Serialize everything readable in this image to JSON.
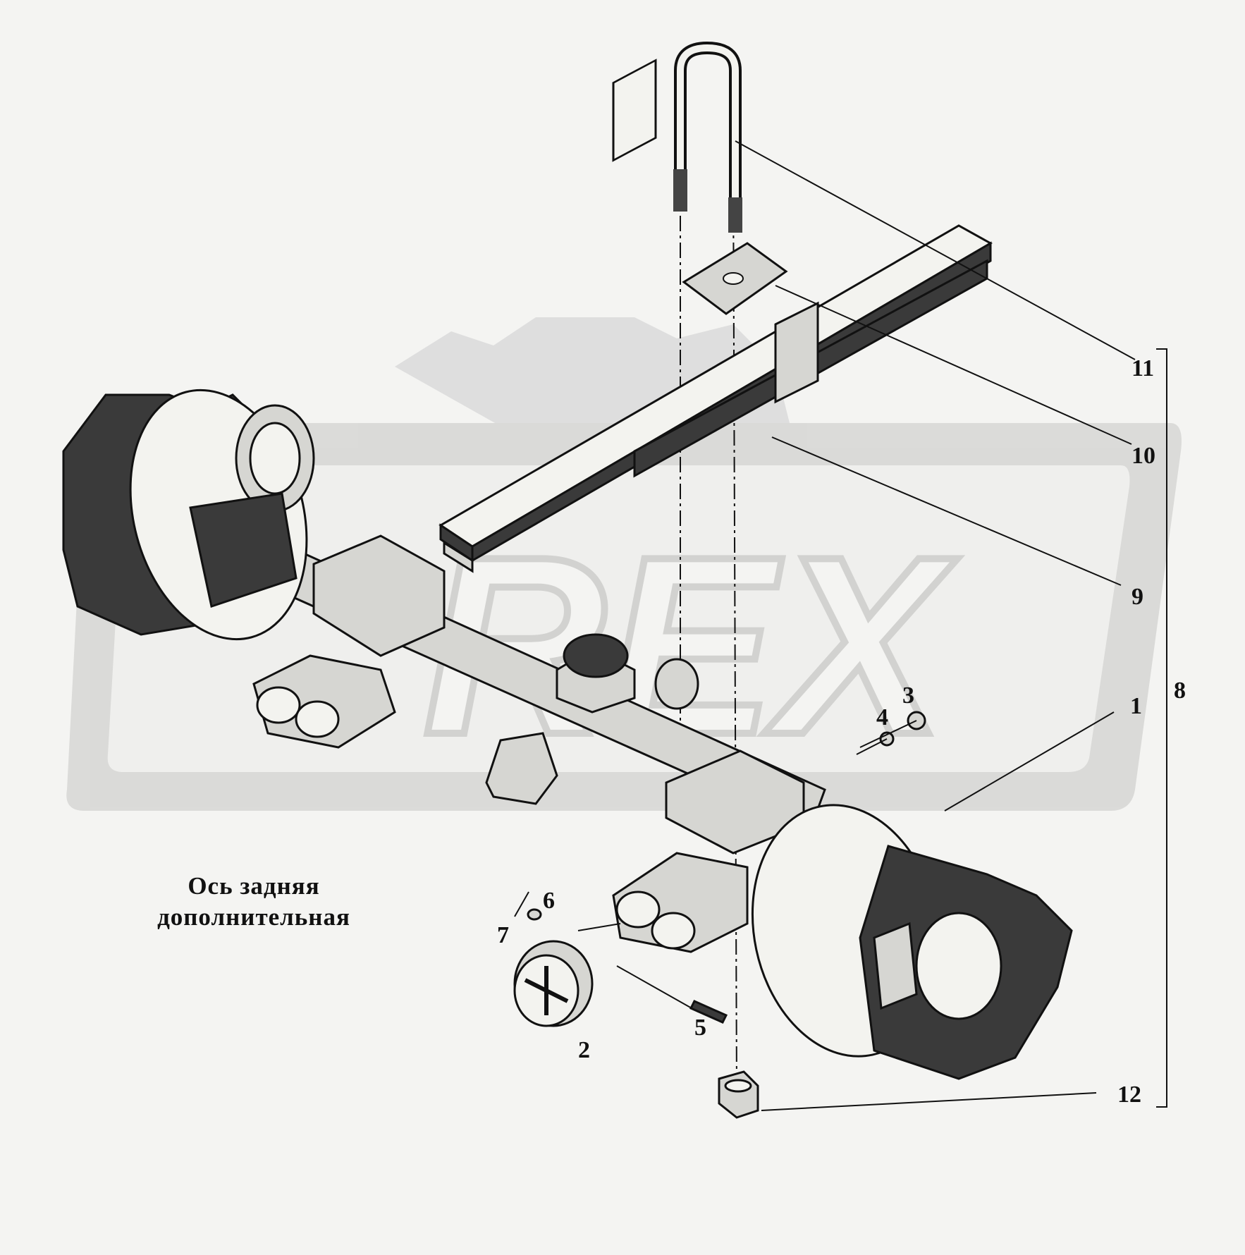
{
  "caption": {
    "line1": "Ось задняя",
    "line2": "дополнительная"
  },
  "watermark": {
    "text": "REX",
    "color": "#dcdcdc"
  },
  "callouts": {
    "c1": "1",
    "c2": "2",
    "c3": "3",
    "c4": "4",
    "c5": "5",
    "c6": "6",
    "c7": "7",
    "c8": "8",
    "c9": "9",
    "c10": "10",
    "c11": "11",
    "c12": "12"
  }
}
